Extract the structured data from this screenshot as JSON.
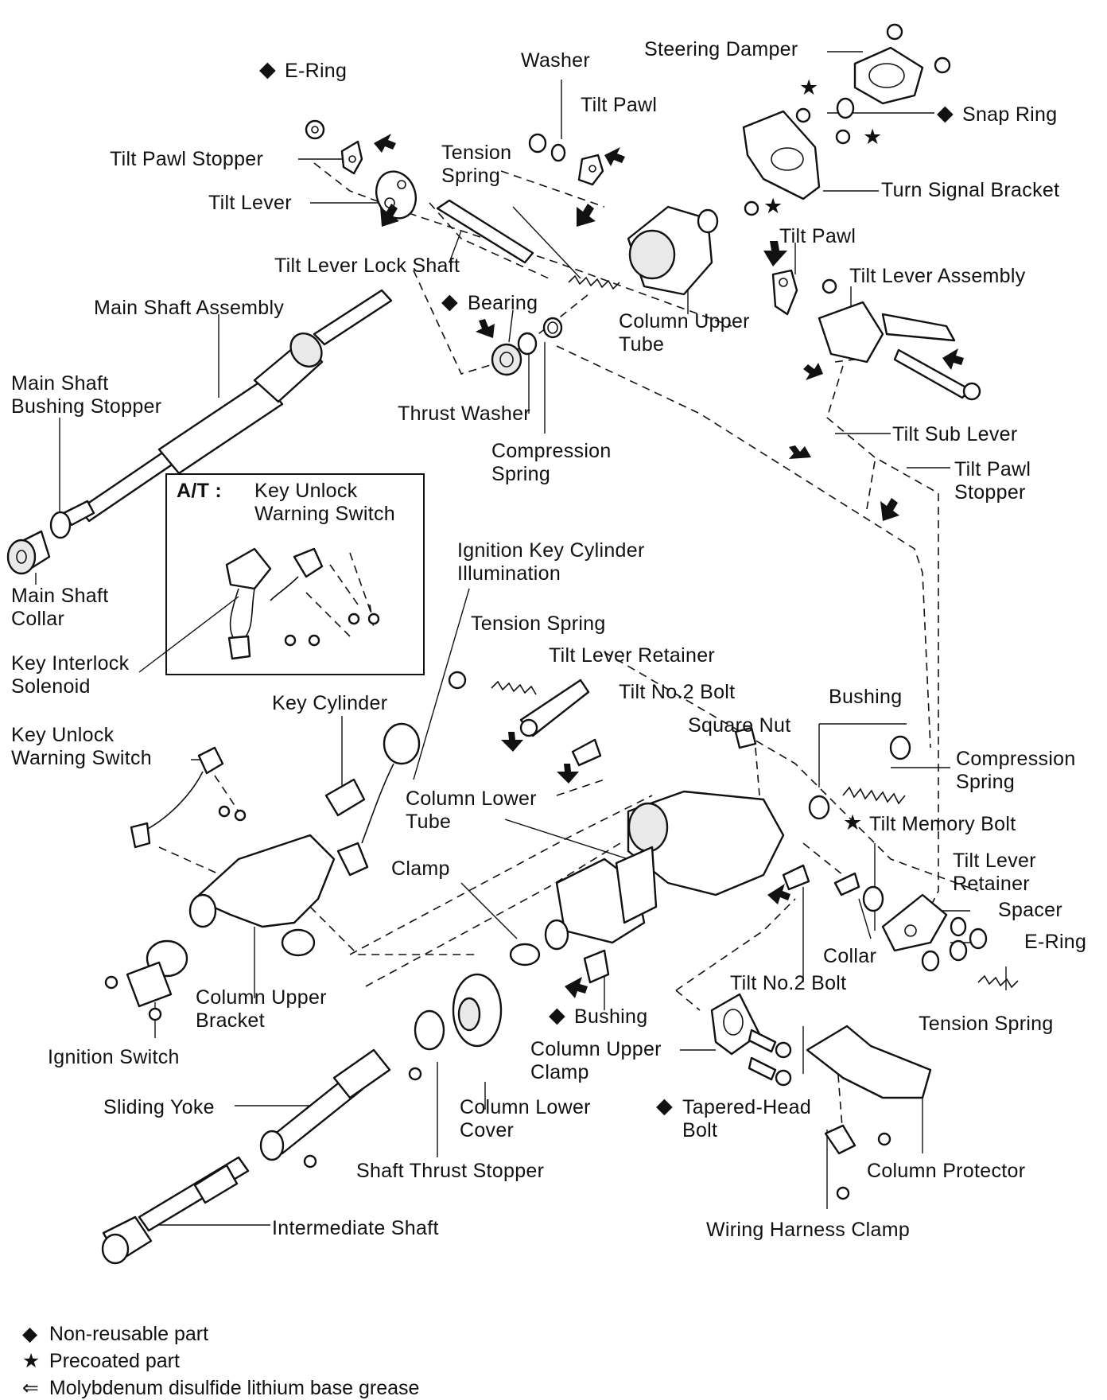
{
  "symbols": {
    "non_reusable": "◆",
    "precoated": "★",
    "grease": "⇐"
  },
  "labels": {
    "e_ring_top": "E-Ring",
    "washer": "Washer",
    "steering_damper": "Steering Damper",
    "snap_ring": "Snap Ring",
    "tilt_pawl_top": "Tilt Pawl",
    "tilt_pawl_stopper_left": "Tilt Pawl Stopper",
    "tension_spring_top": "Tension\nSpring",
    "turn_signal_bracket": "Turn Signal Bracket",
    "tilt_lever": "Tilt Lever",
    "tilt_pawl_right": "Tilt Pawl",
    "tilt_lever_lock_shaft": "Tilt Lever Lock Shaft",
    "tilt_lever_assembly": "Tilt Lever Assembly",
    "main_shaft_assembly": "Main Shaft Assembly",
    "bearing": "Bearing",
    "column_upper_tube": "Column Upper\nTube",
    "main_shaft_bushing_stopper": "Main Shaft\nBushing Stopper",
    "thrust_washer": "Thrust Washer",
    "tilt_sub_lever": "Tilt Sub Lever",
    "compression_spring_top": "Compression\nSpring",
    "tilt_pawl_stopper_right": "Tilt Pawl\nStopper",
    "at_prefix": "A/T :",
    "key_unlock_warning_switch_box": "Key Unlock\nWarning Switch",
    "ignition_key_cylinder_illumination": "Ignition Key Cylinder\nIllumination",
    "main_shaft_collar": "Main Shaft\nCollar",
    "tension_spring_mid": "Tension Spring",
    "key_interlock_solenoid": "Key Interlock\nSolenoid",
    "tilt_lever_retainer_mid": "Tilt Lever Retainer",
    "tilt_no2_bolt_mid": "Tilt No.2 Bolt",
    "key_cylinder": "Key Cylinder",
    "bushing_right": "Bushing",
    "square_nut": "Square Nut",
    "key_unlock_warning_switch": "Key Unlock\nWarning Switch",
    "compression_spring_right": "Compression\nSpring",
    "column_lower_tube": "Column Lower\nTube",
    "tilt_memory_bolt": "Tilt Memory Bolt",
    "tilt_lever_retainer_right": "Tilt Lever\nRetainer",
    "clamp": "Clamp",
    "spacer": "Spacer",
    "e_ring_right": "E-Ring",
    "collar": "Collar",
    "tilt_no2_bolt_low": "Tilt No.2 Bolt",
    "column_upper_bracket": "Column Upper\nBracket",
    "bushing_low": "Bushing",
    "tension_spring_low": "Tension Spring",
    "column_upper_clamp": "Column Upper\nClamp",
    "ignition_switch": "Ignition Switch",
    "sliding_yoke": "Sliding Yoke",
    "column_lower_cover": "Column Lower\nCover",
    "tapered_head_bolt": "Tapered-Head\nBolt",
    "shaft_thrust_stopper": "Shaft Thrust Stopper",
    "column_protector": "Column Protector",
    "intermediate_shaft": "Intermediate Shaft",
    "wiring_harness_clamp": "Wiring Harness Clamp"
  },
  "legend": [
    {
      "symbol": "◆",
      "text": "Non-reusable part"
    },
    {
      "symbol": "★",
      "text": "Precoated part"
    },
    {
      "symbol": "⇐",
      "text": "Molybdenum disulfide lithium base grease"
    }
  ]
}
